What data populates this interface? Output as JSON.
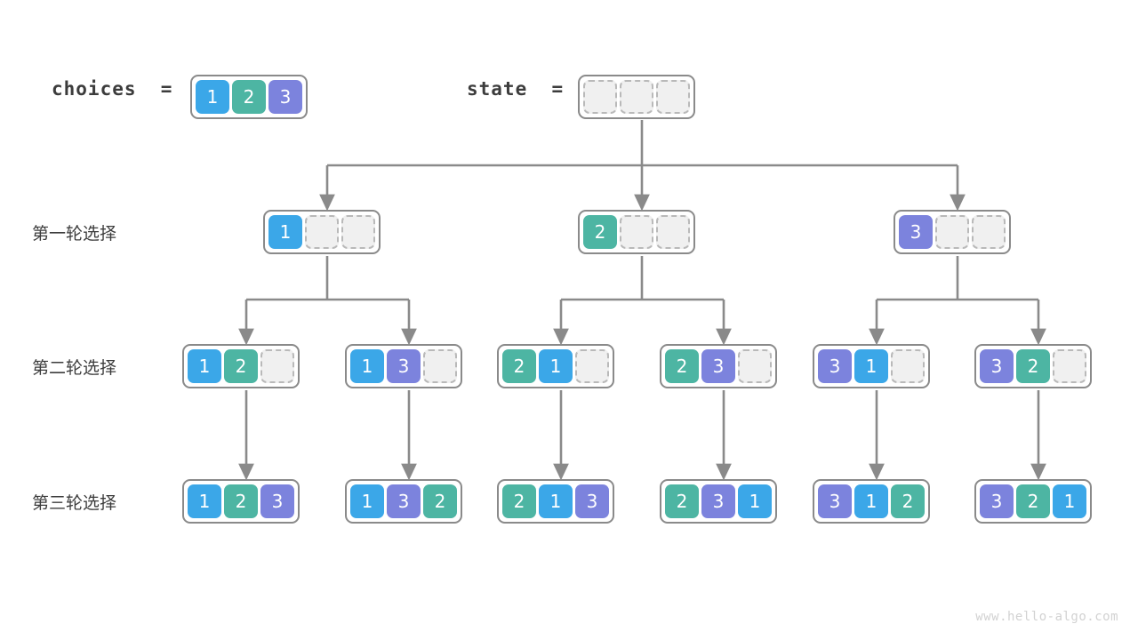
{
  "diagram": {
    "title": "permutation-backtracking-tree",
    "watermark": "www.hello-algo.com",
    "colors": {
      "one": "#3BA7E8",
      "two": "#4DB5A3",
      "three": "#7C83DD",
      "empty_fill": "#f0f0f0",
      "empty_border": "#b9b9b9",
      "outline": "#8a8a8a",
      "wire": "#8a8a8a",
      "text": "#3c3c3c",
      "watermark": "#d2d2d2"
    }
  },
  "header": {
    "choices_label": "choices  =",
    "choices_values": [
      "1",
      "2",
      "3"
    ],
    "state_label": "state  =",
    "state_values": [
      "",
      "",
      ""
    ]
  },
  "rows": [
    {
      "label": "第一轮选择",
      "nodes": [
        {
          "values": [
            "1",
            "",
            ""
          ]
        },
        {
          "values": [
            "2",
            "",
            ""
          ]
        },
        {
          "values": [
            "3",
            "",
            ""
          ]
        }
      ]
    },
    {
      "label": "第二轮选择",
      "nodes": [
        {
          "values": [
            "1",
            "2",
            ""
          ]
        },
        {
          "values": [
            "1",
            "3",
            ""
          ]
        },
        {
          "values": [
            "2",
            "1",
            ""
          ]
        },
        {
          "values": [
            "2",
            "3",
            ""
          ]
        },
        {
          "values": [
            "3",
            "1",
            ""
          ]
        },
        {
          "values": [
            "3",
            "2",
            ""
          ]
        }
      ]
    },
    {
      "label": "第三轮选择",
      "nodes": [
        {
          "values": [
            "1",
            "2",
            "3"
          ]
        },
        {
          "values": [
            "1",
            "3",
            "2"
          ]
        },
        {
          "values": [
            "2",
            "1",
            "3"
          ]
        },
        {
          "values": [
            "2",
            "3",
            "1"
          ]
        },
        {
          "values": [
            "3",
            "1",
            "2"
          ]
        },
        {
          "values": [
            "3",
            "2",
            "1"
          ]
        }
      ]
    }
  ],
  "chart_data": {
    "type": "tree",
    "title": "Permutation backtracking decision tree for choices [1, 2, 3]",
    "root": {
      "state": [
        "",
        "",
        ""
      ]
    },
    "levels": [
      {
        "name": "第一轮选择",
        "states": [
          [
            "1"
          ],
          [
            "2"
          ],
          [
            "3"
          ]
        ]
      },
      {
        "name": "第二轮选择",
        "states": [
          [
            "1",
            "2"
          ],
          [
            "1",
            "3"
          ],
          [
            "2",
            "1"
          ],
          [
            "2",
            "3"
          ],
          [
            "3",
            "1"
          ],
          [
            "3",
            "2"
          ]
        ]
      },
      {
        "name": "第三轮选择",
        "states": [
          [
            "1",
            "2",
            "3"
          ],
          [
            "1",
            "3",
            "2"
          ],
          [
            "2",
            "1",
            "3"
          ],
          [
            "2",
            "3",
            "1"
          ],
          [
            "3",
            "1",
            "2"
          ],
          [
            "3",
            "2",
            "1"
          ]
        ]
      }
    ],
    "edges": [
      {
        "from": "root",
        "to": "1"
      },
      {
        "from": "root",
        "to": "2"
      },
      {
        "from": "root",
        "to": "3"
      },
      {
        "from": "1",
        "to": "1,2"
      },
      {
        "from": "1",
        "to": "1,3"
      },
      {
        "from": "2",
        "to": "2,1"
      },
      {
        "from": "2",
        "to": "2,3"
      },
      {
        "from": "3",
        "to": "3,1"
      },
      {
        "from": "3",
        "to": "3,2"
      },
      {
        "from": "1,2",
        "to": "1,2,3"
      },
      {
        "from": "1,3",
        "to": "1,3,2"
      },
      {
        "from": "2,1",
        "to": "2,1,3"
      },
      {
        "from": "2,3",
        "to": "2,3,1"
      },
      {
        "from": "3,1",
        "to": "3,1,2"
      },
      {
        "from": "3,2",
        "to": "3,2,1"
      }
    ],
    "leaf_count": 6
  }
}
